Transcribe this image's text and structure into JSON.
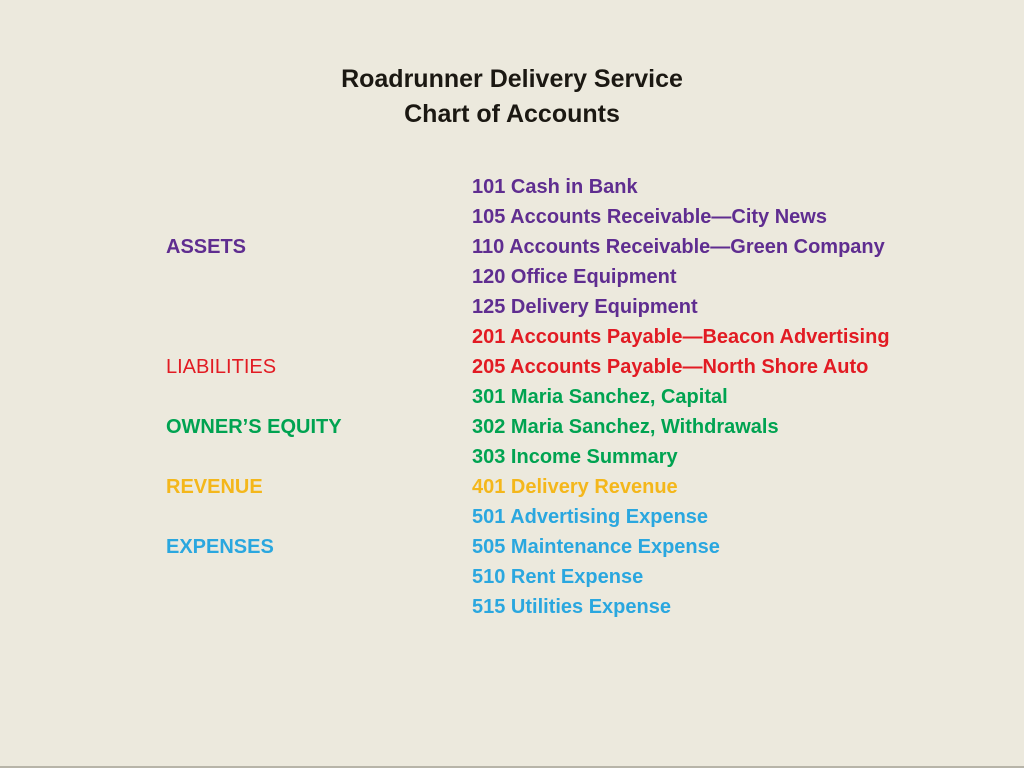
{
  "title": {
    "line1": "Roadrunner Delivery Service",
    "line2": "Chart of Accounts"
  },
  "colors": {
    "background": "#ECE9DD",
    "title_text": "#1B1812",
    "bottom_edge_line": "#B7B4A8",
    "assets": "#5F2D90",
    "liabilities": "#E21B23",
    "owners_equity": "#00A351",
    "revenue": "#F4B71B",
    "expenses": "#2AA7DF"
  },
  "categories": [
    {
      "label": "ASSETS",
      "color_key": "assets",
      "align_row": 2,
      "bold": true
    },
    {
      "label": "LIABILITIES",
      "color_key": "liabilities",
      "align_row": 6,
      "bold": false
    },
    {
      "label": "OWNER’S EQUITY",
      "color_key": "owners_equity",
      "align_row": 8,
      "bold": true
    },
    {
      "label": "REVENUE",
      "color_key": "revenue",
      "align_row": 10,
      "bold": true
    },
    {
      "label": "EXPENSES",
      "color_key": "expenses",
      "align_row": 12,
      "bold": true
    }
  ],
  "accounts": [
    {
      "label": "101 Cash in Bank",
      "color_key": "assets"
    },
    {
      "label": "105 Accounts Receivable—City News",
      "color_key": "assets"
    },
    {
      "label": "110 Accounts Receivable—Green Company",
      "color_key": "assets"
    },
    {
      "label": "120 Office Equipment",
      "color_key": "assets"
    },
    {
      "label": "125 Delivery Equipment",
      "color_key": "assets"
    },
    {
      "label": "201 Accounts Payable—Beacon Advertising",
      "color_key": "liabilities"
    },
    {
      "label": "205 Accounts Payable—North Shore Auto",
      "color_key": "liabilities"
    },
    {
      "label": "301 Maria Sanchez, Capital",
      "color_key": "owners_equity"
    },
    {
      "label": "302 Maria Sanchez, Withdrawals",
      "color_key": "owners_equity"
    },
    {
      "label": "303 Income Summary",
      "color_key": "owners_equity"
    },
    {
      "label": "401 Delivery Revenue",
      "color_key": "revenue"
    },
    {
      "label": "501 Advertising Expense",
      "color_key": "expenses"
    },
    {
      "label": "505 Maintenance Expense",
      "color_key": "expenses"
    },
    {
      "label": "510 Rent Expense",
      "color_key": "expenses"
    },
    {
      "label": "515 Utilities Expense",
      "color_key": "expenses"
    }
  ]
}
